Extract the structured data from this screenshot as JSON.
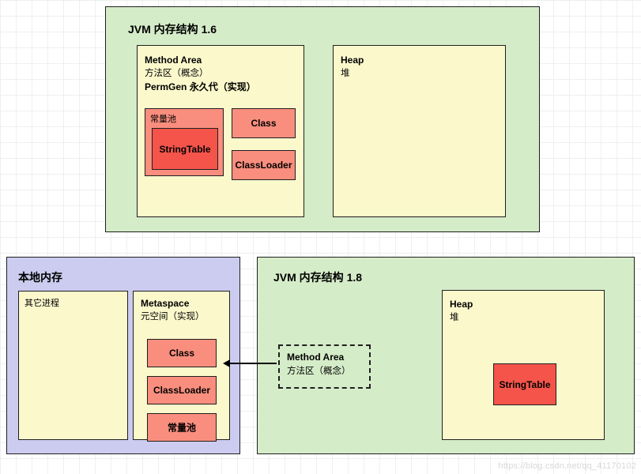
{
  "diagram": {
    "jvm16": {
      "title": "JVM 内存结构 1.6",
      "method_area": {
        "title": "Method Area",
        "line2": "方法区（概念）",
        "line3": "PermGen 永久代（实现）",
        "constant_pool": {
          "label": "常量池",
          "string_table": "StringTable"
        },
        "class_box": "Class",
        "classloader_box": "ClassLoader"
      },
      "heap": {
        "title": "Heap",
        "line2": "堆"
      }
    },
    "native_memory": {
      "title": "本地内存",
      "other_process": "其它进程",
      "metaspace": {
        "title": "Metaspace",
        "line2": "元空间（实现）",
        "items": [
          "Class",
          "ClassLoader",
          "常量池"
        ]
      }
    },
    "jvm18": {
      "title": "JVM 内存结构 1.8",
      "method_area": {
        "title": "Method Area",
        "line2": "方法区（概念）"
      },
      "heap": {
        "title": "Heap",
        "line2": "堆",
        "string_table": "StringTable"
      }
    },
    "watermark": "https://blog.csdn.net/qq_41170102"
  }
}
